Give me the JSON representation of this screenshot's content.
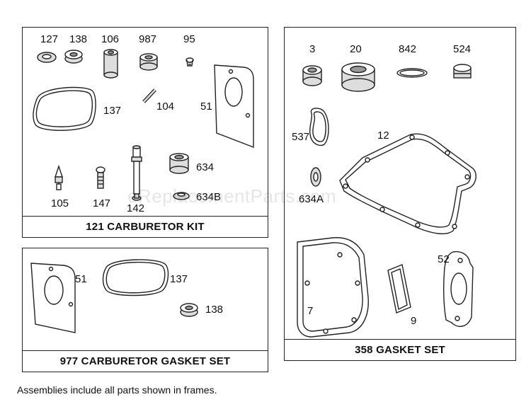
{
  "watermark": "eReplacementParts.com",
  "frames": {
    "carb_kit": {
      "title": "121 CARBURETOR KIT"
    },
    "gasket_set": {
      "title": "977 CARBURETOR GASKET SET"
    },
    "engine_gaskets": {
      "title": "358 GASKET SET"
    }
  },
  "callouts": {
    "p127": "127",
    "p138": "138",
    "p106": "106",
    "p987": "987",
    "p95": "95",
    "p137": "137",
    "p104": "104",
    "p51": "51",
    "p634": "634",
    "p634b": "634B",
    "p105": "105",
    "p147": "147",
    "p142": "142",
    "s51": "51",
    "s137": "137",
    "s138": "138",
    "p3": "3",
    "p20": "20",
    "p842": "842",
    "p524": "524",
    "p537": "537",
    "p12": "12",
    "p634a": "634A",
    "p7": "7",
    "p9": "9",
    "p52": "52"
  },
  "footnote": "Assemblies include all parts shown in frames."
}
